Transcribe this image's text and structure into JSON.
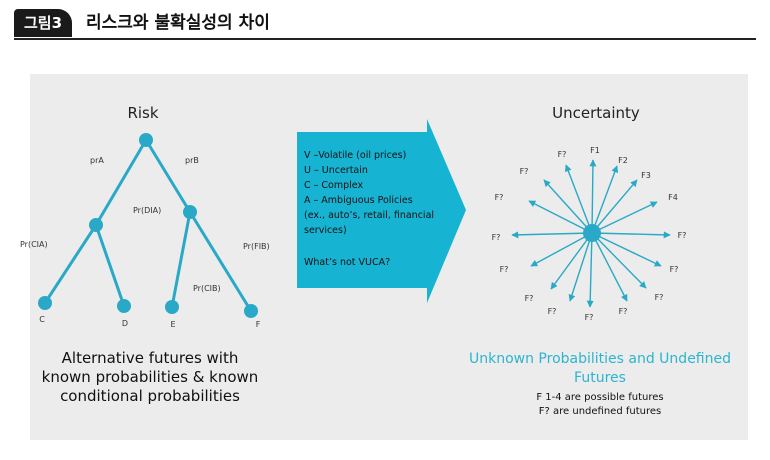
{
  "header": {
    "badge": "그림3",
    "title": "리스크와 불확실성의 차이"
  },
  "risk": {
    "title": "Risk",
    "edge_labels": [
      "prA",
      "prB",
      "Pr(DIA)",
      "Pr(CIA)",
      "Pr(FIB)",
      "Pr(CIB)"
    ],
    "leaf_labels": [
      "C",
      "D",
      "E",
      "F"
    ],
    "caption_lines": [
      "Alternative futures with",
      "known probabilities & known",
      "conditional probabilities"
    ]
  },
  "arrow": {
    "lines": [
      "V –Volatile (oil prices)",
      "U – Uncertain",
      "C – Complex",
      "A – Ambiguous Policies",
      "(ex., auto’s, retail, financial",
      "services)",
      "",
      "What’s not VUCA?"
    ]
  },
  "uncertainty": {
    "title": "Uncertainty",
    "ray_labels": [
      "F1",
      "F2",
      "F3",
      "F4",
      "F?",
      "F?",
      "F?",
      "F?",
      "F?",
      "F?",
      "F?",
      "F?",
      "F?",
      "F?",
      "F?",
      "F?"
    ],
    "caption_lines": [
      "Unknown Probabilities and Undefined",
      "Futures"
    ],
    "note_lines": [
      "F 1-4 are possible futures",
      "F? are undefined futures"
    ]
  },
  "colors": {
    "accent": "#29a9c7",
    "arrow_fill": "#17b3d3",
    "panel": "#ececec",
    "badge": "#1a1a1a"
  }
}
